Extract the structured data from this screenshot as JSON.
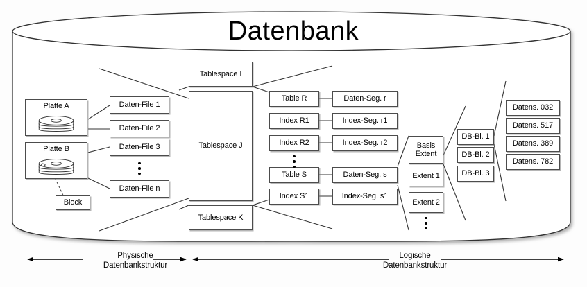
{
  "title": "Datenbank",
  "cylinder": {
    "stroke": "#333333",
    "fill": "#ffffff"
  },
  "physical": {
    "disks": [
      {
        "name": "Platte A",
        "icon": "disk-stack-icon"
      },
      {
        "name": "Platte B",
        "icon": "disk-stack-icon"
      }
    ],
    "block": "Block",
    "data_files": [
      "Daten-File 1",
      "Daten-File 2",
      "Daten-File 3",
      "Daten-File n"
    ]
  },
  "tablespaces": [
    "Tablespace I",
    "Tablespace J",
    "Tablespace K"
  ],
  "objects": [
    "Table R",
    "Index R1",
    "Index R2",
    "Table S",
    "Index S1"
  ],
  "segments": [
    "Daten-Seg. r",
    "Index-Seg. r1",
    "Index-Seg. r2",
    "Daten-Seg. s",
    "Index-Seg. s1"
  ],
  "extents": [
    "Basis",
    "Extent",
    "Extent 1",
    "Extent 2"
  ],
  "extent_basis": {
    "line1": "Basis",
    "line2": "Extent"
  },
  "blocks": [
    "DB-Bl. 1",
    "DB-Bl. 2",
    "DB-Bl. 3"
  ],
  "records": [
    "Datens. 032",
    "Datens. 517",
    "Datens. 389",
    "Datens. 782"
  ],
  "axes": {
    "physical": {
      "line1": "Physische",
      "line2": "Datenbankstruktur"
    },
    "logical": {
      "line1": "Logische",
      "line2": "Datenbankstruktur"
    }
  }
}
